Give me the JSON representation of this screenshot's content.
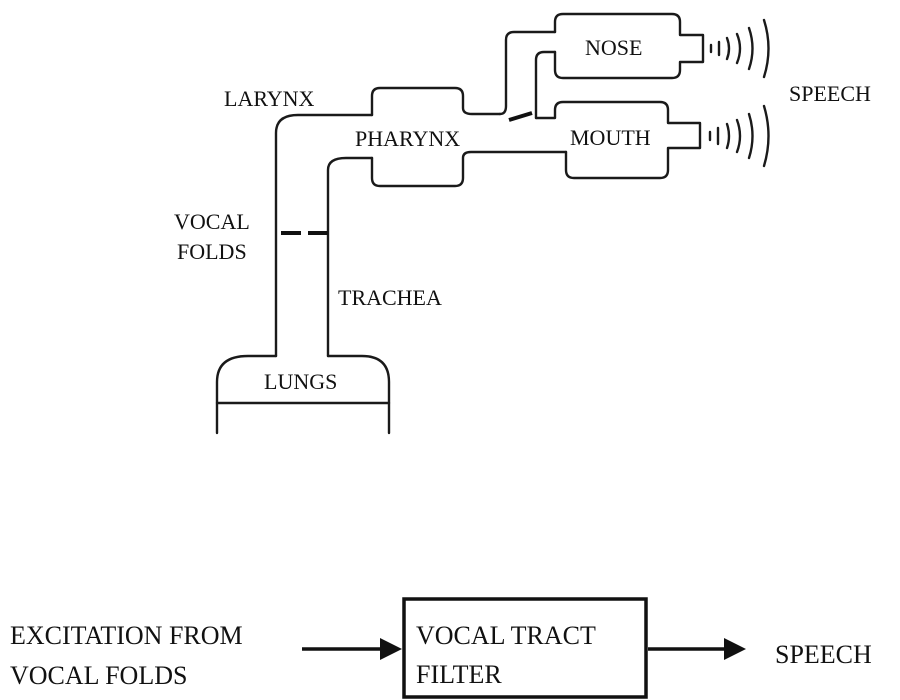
{
  "anatomy": {
    "labels": {
      "nose": "NOSE",
      "speech": "SPEECH",
      "larynx": "LARYNX",
      "pharynx": "PHARYNX",
      "mouth": "MOUTH",
      "vocal_folds_line1": "VOCAL",
      "vocal_folds_line2": "FOLDS",
      "trachea": "TRACHEA",
      "lungs": "LUNGS"
    }
  },
  "block_diagram": {
    "input_line1": "EXCITATION FROM",
    "input_line2": "VOCAL FOLDS",
    "filter_line1": "VOCAL TRACT",
    "filter_line2": "FILTER",
    "output": "SPEECH"
  }
}
